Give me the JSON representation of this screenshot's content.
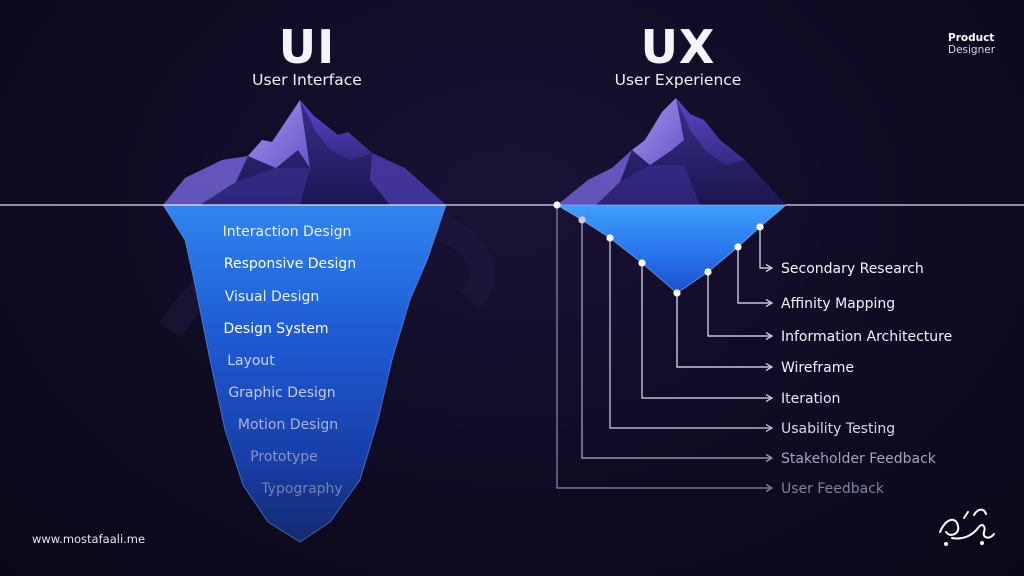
{
  "ui": {
    "title": "UI",
    "subtitle": "User Interface",
    "items": [
      "Interaction Design",
      "Responsive Design",
      "Visual Design",
      "Design System",
      "Layout",
      "Graphic Design",
      "Motion Design",
      "Prototype",
      "Typography"
    ]
  },
  "ux": {
    "title": "UX",
    "subtitle": "User Experience",
    "items": [
      "Secondary Research",
      "Affinity Mapping",
      "Information Architecture",
      "Wireframe",
      "Iteration",
      "Usability Testing",
      "Stakeholder Feedback",
      "User Feedback"
    ]
  },
  "brand": {
    "line1": "Product",
    "line2": "Designer"
  },
  "footer": {
    "website": "www.mostafaali.me"
  }
}
